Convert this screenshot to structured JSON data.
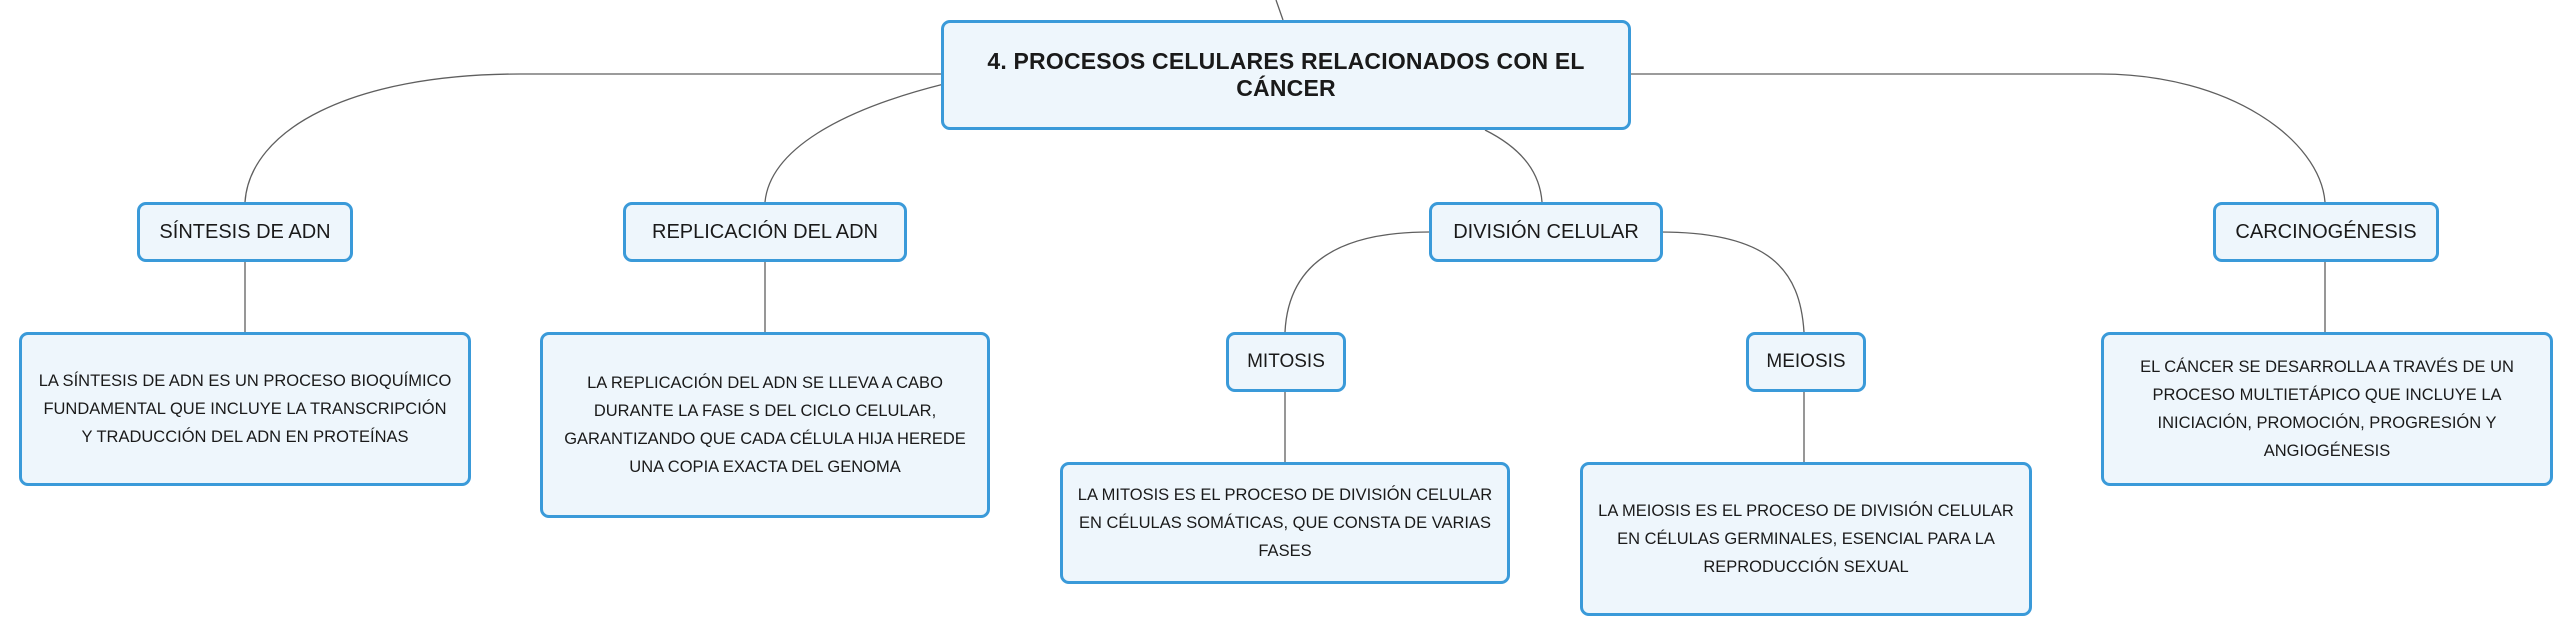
{
  "root": {
    "title": "4. PROCESOS CELULARES RELACIONADOS CON EL CÁNCER"
  },
  "topics": {
    "sintesis": {
      "label": "SÍNTESIS DE ADN",
      "description": "LA SÍNTESIS DE ADN ES UN PROCESO BIOQUÍMICO FUNDAMENTAL QUE INCLUYE LA TRANSCRIPCIÓN Y TRADUCCIÓN DEL ADN EN PROTEÍNAS"
    },
    "replicacion": {
      "label": "REPLICACIÓN DEL ADN",
      "description": "LA REPLICACIÓN DEL ADN SE LLEVA A CABO DURANTE LA FASE S DEL CICLO CELULAR, GARANTIZANDO QUE CADA CÉLULA HIJA HEREDE UNA COPIA EXACTA DEL GENOMA"
    },
    "division": {
      "label": "DIVISIÓN CELULAR",
      "mitosis": {
        "label": "MITOSIS",
        "description": "LA MITOSIS ES EL PROCESO DE DIVISIÓN CELULAR EN CÉLULAS SOMÁTICAS, QUE CONSTA DE VARIAS FASES"
      },
      "meiosis": {
        "label": "MEIOSIS",
        "description": "LA MEIOSIS ES EL PROCESO DE DIVISIÓN CELULAR EN CÉLULAS GERMINALES, ESENCIAL PARA LA REPRODUCCIÓN SEXUAL"
      }
    },
    "carcinogenesis": {
      "label": "CARCINOGÉNESIS",
      "description": "EL CÁNCER SE DESARROLLA A TRAVÉS DE UN PROCESO MULTIETÁPICO QUE INCLUYE LA INICIACIÓN, PROMOCIÓN, PROGRESIÓN Y ANGIOGÉNESIS"
    }
  },
  "colors": {
    "node_border": "#3a9ad9",
    "node_fill": "#eef6fc",
    "connector": "#5f5f5f",
    "text": "#1a1a1a"
  }
}
